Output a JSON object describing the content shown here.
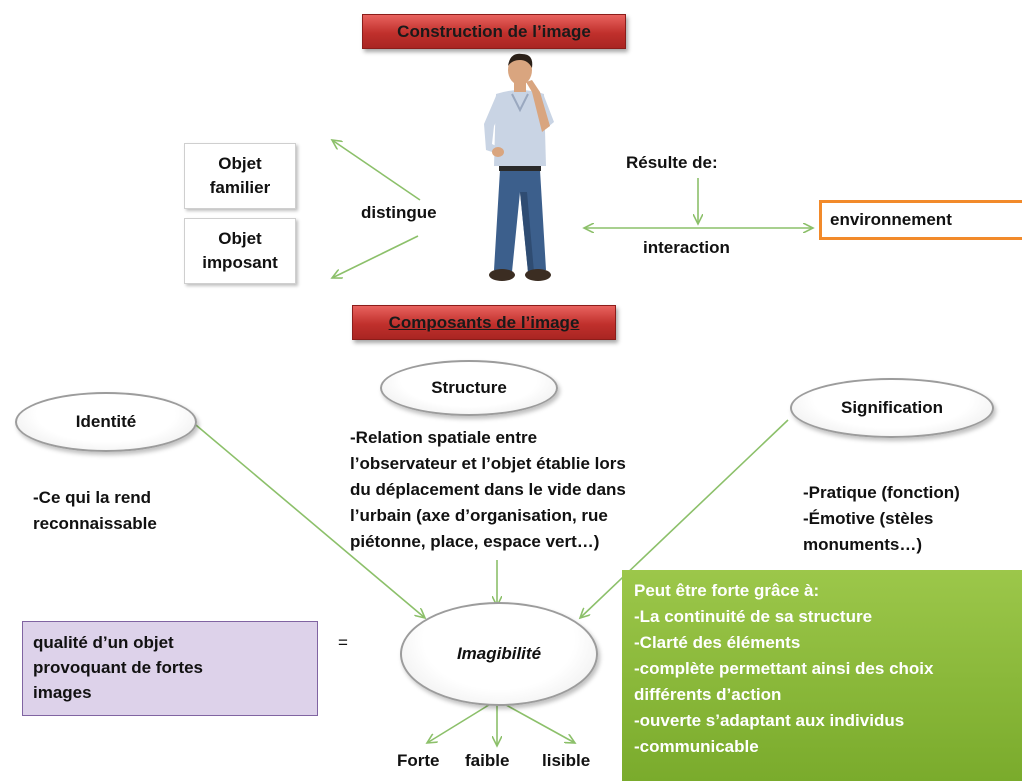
{
  "banners": {
    "top": "Construction de l’image",
    "middle": "Composants de l’image"
  },
  "left_boxes": [
    "Objet\nfamilier",
    "Objet\nimposant"
  ],
  "distingue": "distingue",
  "resulte": "Résulte de:",
  "interaction": "interaction",
  "environnement": "environnement",
  "ellipses": {
    "identite": "Identité",
    "structure": "Structure",
    "signification": "Signification",
    "imagibilite": "Imagibilité"
  },
  "texts": {
    "identite": "-Ce qui la rend\nreconnaissable",
    "structure": "-Relation spatiale entre\nl’observateur et l’objet établie lors\ndu déplacement dans le vide dans\nl’urbain (axe d’organisation, rue\npiétonne, place, espace vert…)",
    "signification": "-Pratique (fonction)\n-Émotive (stèles\nmonuments…)"
  },
  "definition": "qualité d’un objet\nprovoquant de fortes\nimages",
  "equals": "=",
  "green_lines": [
    "Peut être forte grâce à:",
    "-La continuité de sa structure",
    "-Clarté des éléments",
    "-complète permettant ainsi des choix",
    "différents d’action",
    "-ouverte s’adaptant aux individus",
    "-communicable"
  ],
  "bottom_labels": [
    "Forte",
    "faible",
    "lisible"
  ],
  "colors": {
    "banner": "#c0302c",
    "arrow": "#8cc06a",
    "environment_border": "#f28a2a",
    "green_box": "#8ab83a",
    "purple_box": "#ddd2ea"
  },
  "icons": {
    "person": "thinking-man-figure"
  }
}
